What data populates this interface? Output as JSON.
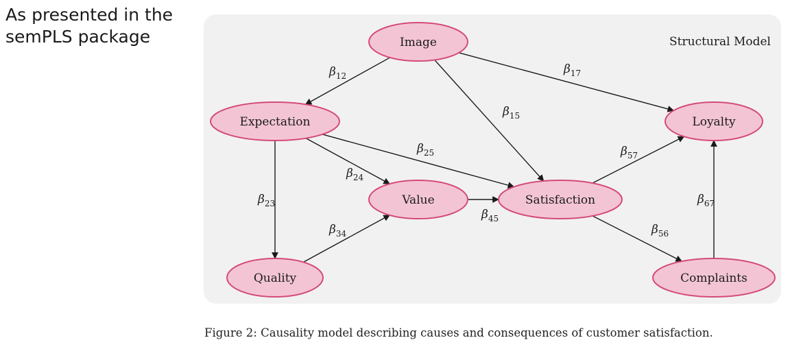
{
  "note": {
    "line1": "As  presented in the",
    "line2": "semPLS package"
  },
  "panel_label": "Structural Model",
  "colors": {
    "panel_bg": "#f1f1f1",
    "node_fill": "#f3c5d4",
    "node_stroke": "#d44a78",
    "arrow": "#1a1a1a",
    "text": "#1a1a1a"
  },
  "nodes": {
    "image": "Image",
    "expectation": "Expectation",
    "loyalty": "Loyalty",
    "value": "Value",
    "satisfaction": "Satisfaction",
    "quality": "Quality",
    "complaints": "Complaints"
  },
  "paths": [
    {
      "from": "image",
      "to": "expectation",
      "symbol": "β",
      "sub": "12"
    },
    {
      "from": "image",
      "to": "loyalty",
      "symbol": "β",
      "sub": "17"
    },
    {
      "from": "image",
      "to": "satisfaction",
      "symbol": "β",
      "sub": "15"
    },
    {
      "from": "expectation",
      "to": "satisfaction",
      "symbol": "β",
      "sub": "25"
    },
    {
      "from": "expectation",
      "to": "value",
      "symbol": "β",
      "sub": "24"
    },
    {
      "from": "expectation",
      "to": "quality",
      "symbol": "β",
      "sub": "23"
    },
    {
      "from": "quality",
      "to": "value",
      "symbol": "β",
      "sub": "34"
    },
    {
      "from": "value",
      "to": "satisfaction",
      "symbol": "β",
      "sub": "45"
    },
    {
      "from": "satisfaction",
      "to": "loyalty",
      "symbol": "β",
      "sub": "57"
    },
    {
      "from": "satisfaction",
      "to": "complaints",
      "symbol": "β",
      "sub": "56"
    },
    {
      "from": "complaints",
      "to": "loyalty",
      "symbol": "β",
      "sub": "67"
    }
  ],
  "caption": "Figure 2: Causality model describing causes and consequences of customer satisfaction."
}
